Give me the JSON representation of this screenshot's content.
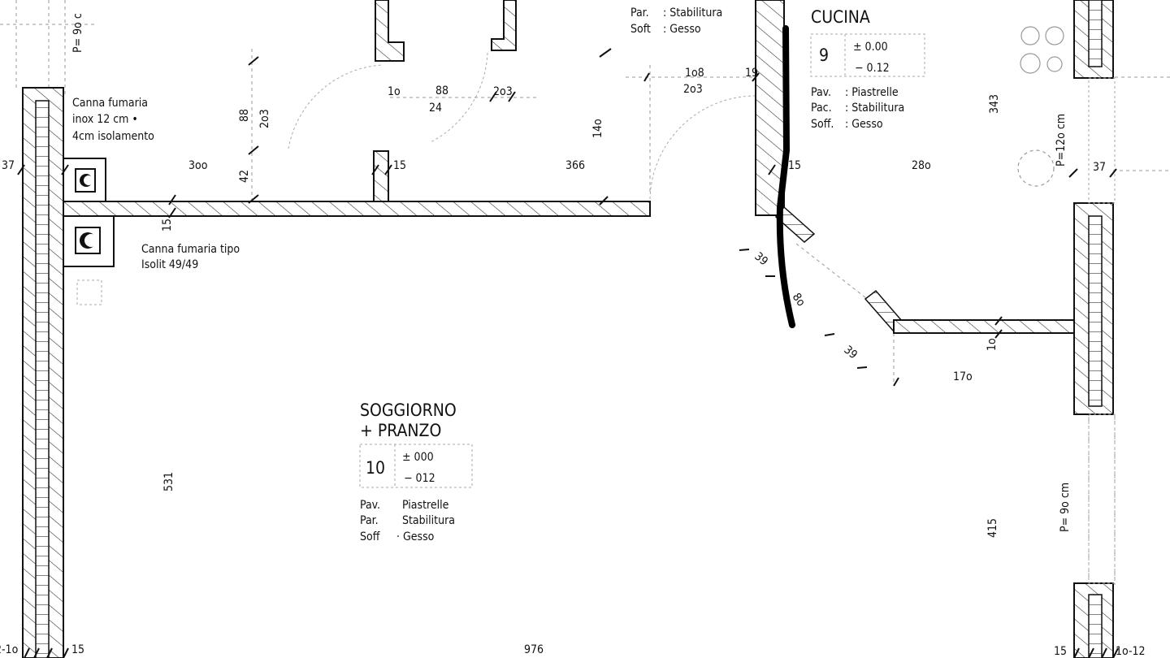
{
  "drawing": {
    "rooms": {
      "cucina": {
        "name": "CUCINA",
        "number": "9",
        "level_top": "± 0.00",
        "level_bottom": "− 0.12",
        "finishes": [
          {
            "label": "Pav.",
            "value": ": Piastrelle"
          },
          {
            "label": "Pac.",
            "value": ": Stabilitura"
          },
          {
            "label": "Soff.",
            "value": ": Gesso"
          }
        ]
      },
      "soggiorno": {
        "name_line1": "SOGGIORNO",
        "name_line2": "+ PRANZO",
        "number": "10",
        "level_top": "± 000",
        "level_bottom": "− 012",
        "finishes": [
          {
            "label": "Pav.",
            "value": "Piastrelle"
          },
          {
            "label": "Par.",
            "value": "Stabilitura"
          },
          {
            "label": "Soff",
            "value": "· Gesso"
          }
        ]
      },
      "top_room_partial": {
        "finishes": [
          {
            "label": "Par.",
            "value": ": Stabilitura"
          },
          {
            "label": "Soft",
            "value": ": Gesso"
          }
        ]
      }
    },
    "annotations": {
      "flue_1": [
        "Canna fumaria",
        "inox 12 cm •",
        "4cm isolamento"
      ],
      "flue_2": [
        "Canna fumaria tipo",
        "Isolit 49/49"
      ]
    },
    "dimensions": [
      "P= 9o c",
      "37",
      "3oo",
      "88",
      "2o3",
      "42",
      "15",
      "1o",
      "88",
      "2o3",
      "24",
      "15",
      "366",
      "14o",
      "1o8",
      "2o3",
      "19",
      "15",
      "28o",
      "343",
      "P=12o cm",
      "37",
      "39",
      "8o",
      "39",
      "1o",
      "17o",
      "531",
      "415",
      "P= 9o cm",
      "976",
      "15",
      "2-1o",
      "15",
      "1o-12"
    ],
    "colors": {
      "ink": "#111111",
      "paper": "#ffffff",
      "construction_line": "#999999"
    }
  }
}
